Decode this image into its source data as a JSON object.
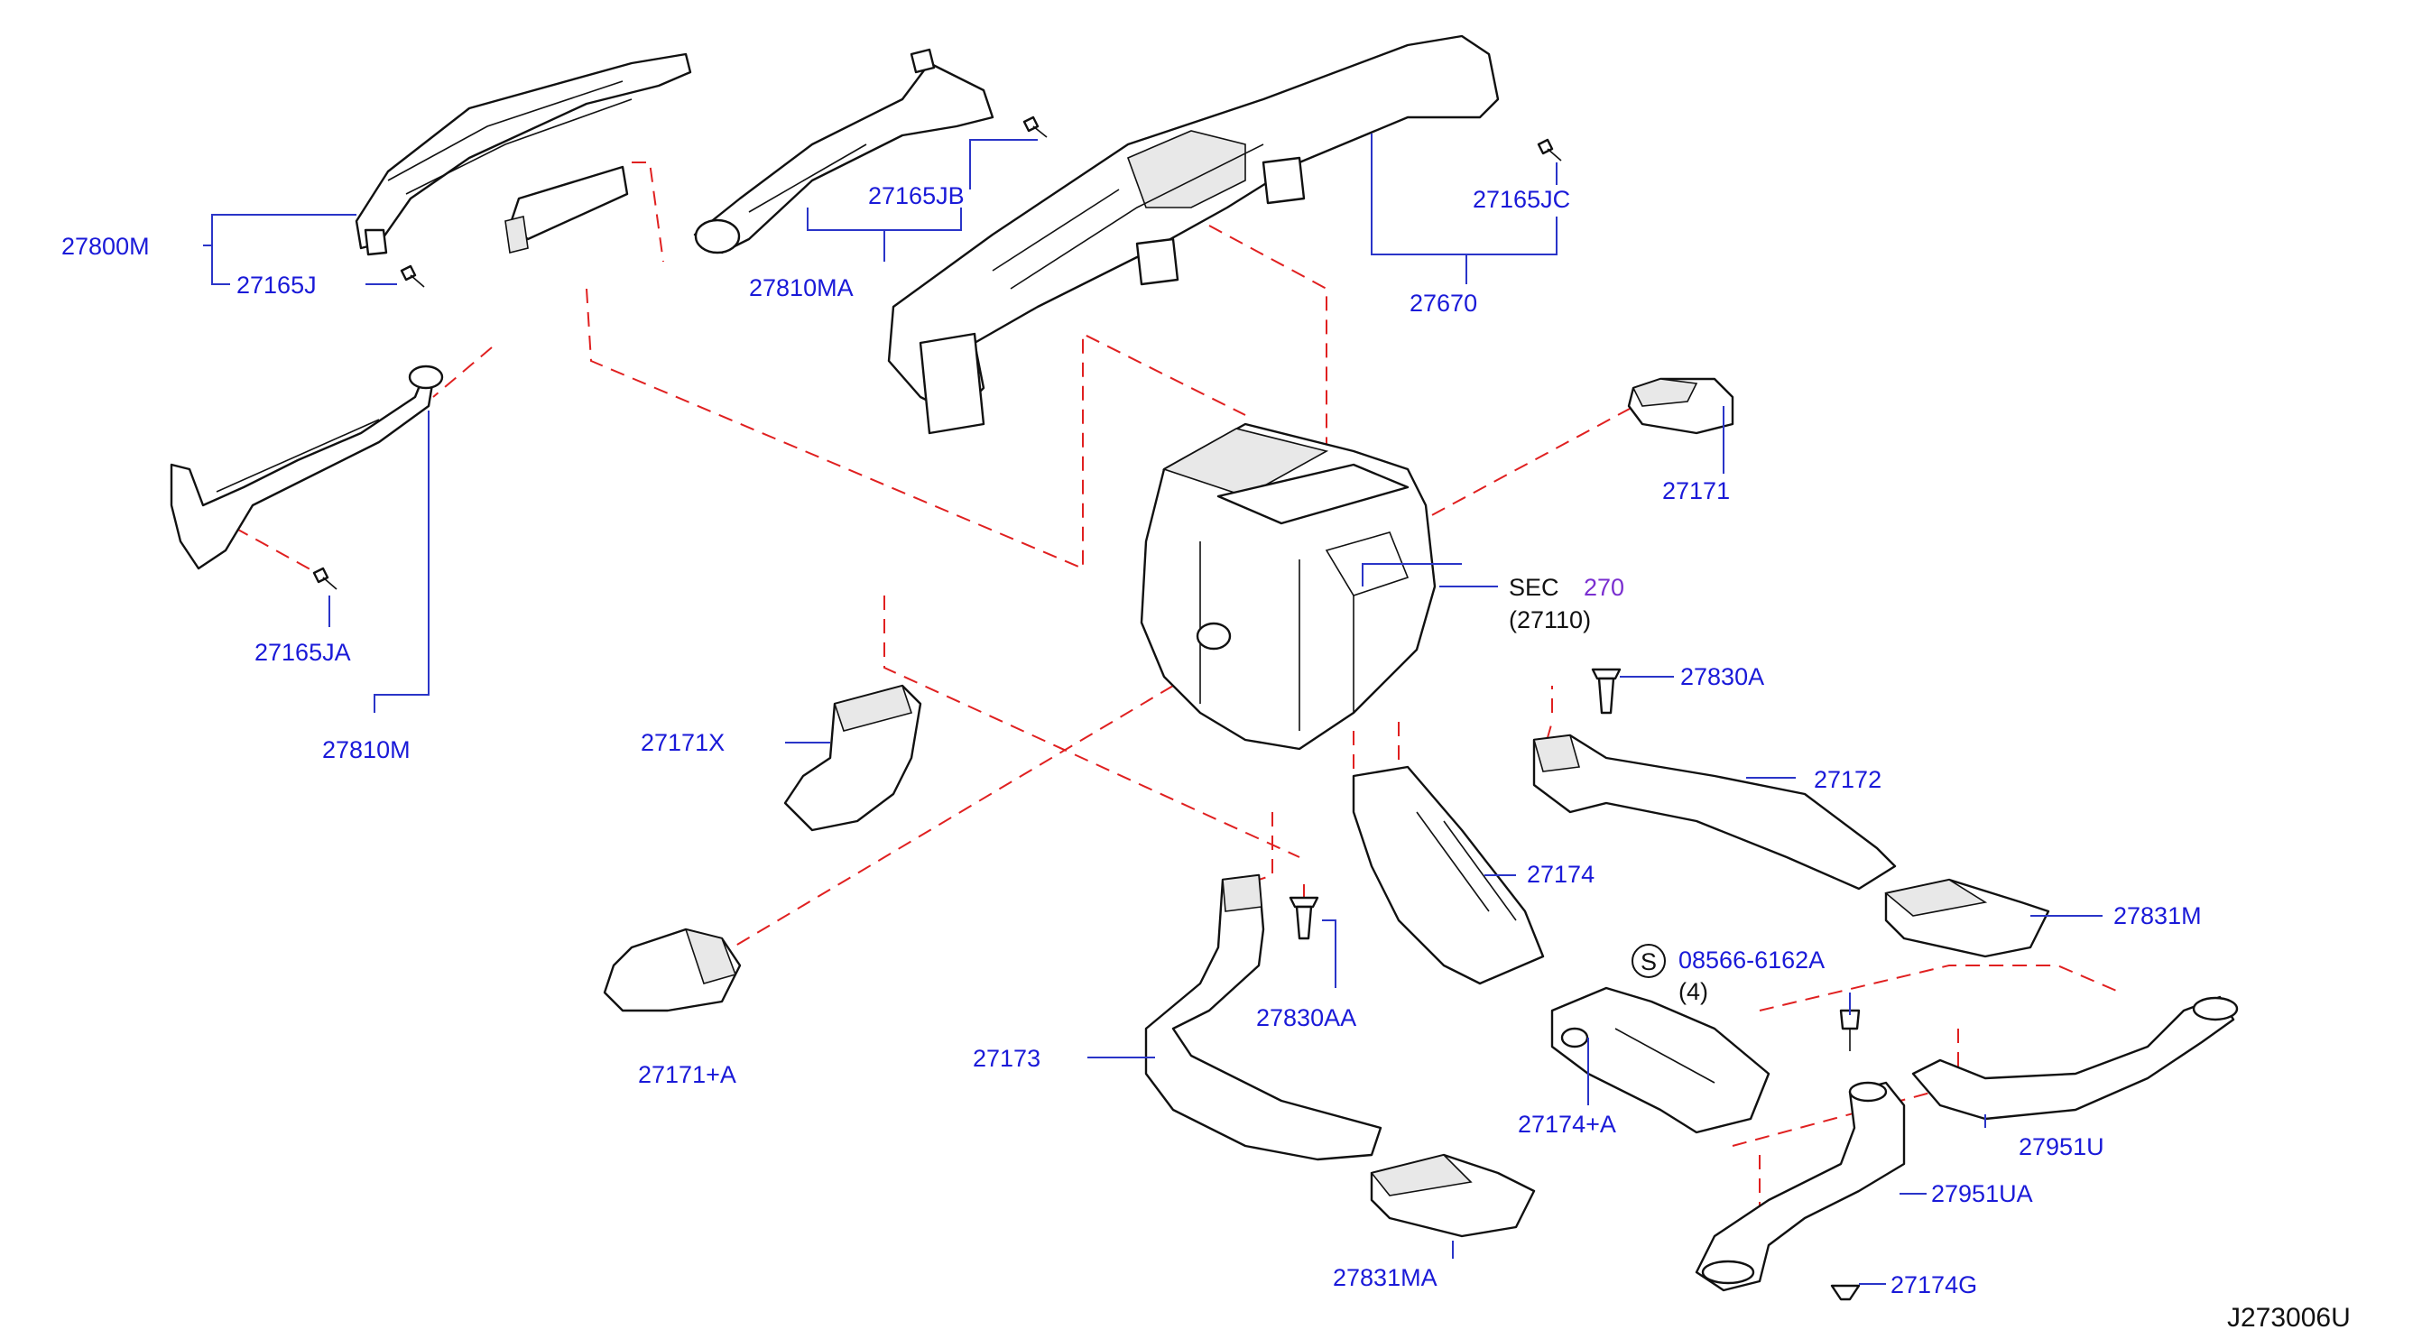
{
  "diagram_code": "J273006U",
  "section_ref": {
    "prefix": "SEC",
    "number": "270",
    "part": "(27110)"
  },
  "symbol_s": {
    "letter": "S",
    "part": "08566-6162A",
    "qty": "(4)"
  },
  "labels": {
    "p27800M": "27800M",
    "p27165J": "27165J",
    "p27810MA": "27810MA",
    "p27165JB": "27165JB",
    "p27165JC": "27165JC",
    "p27670": "27670",
    "p27171": "27171",
    "p27165JA": "27165JA",
    "p27810M": "27810M",
    "p27171X": "27171X",
    "p27830A": "27830A",
    "p27172": "27172",
    "p27174": "27174",
    "p27831M": "27831M",
    "p27830AA": "27830AA",
    "p27173": "27173",
    "p27171A": "27171+A",
    "p27174A": "27174+A",
    "p27951U": "27951U",
    "p27951UA": "27951UA",
    "p27831MA": "27831MA",
    "p27174G": "27174G"
  },
  "colors": {
    "label": "#1a1ad8",
    "leader": "#2a35c8",
    "phantom_line": "#e02020",
    "section_number": "#7a2fd0"
  }
}
